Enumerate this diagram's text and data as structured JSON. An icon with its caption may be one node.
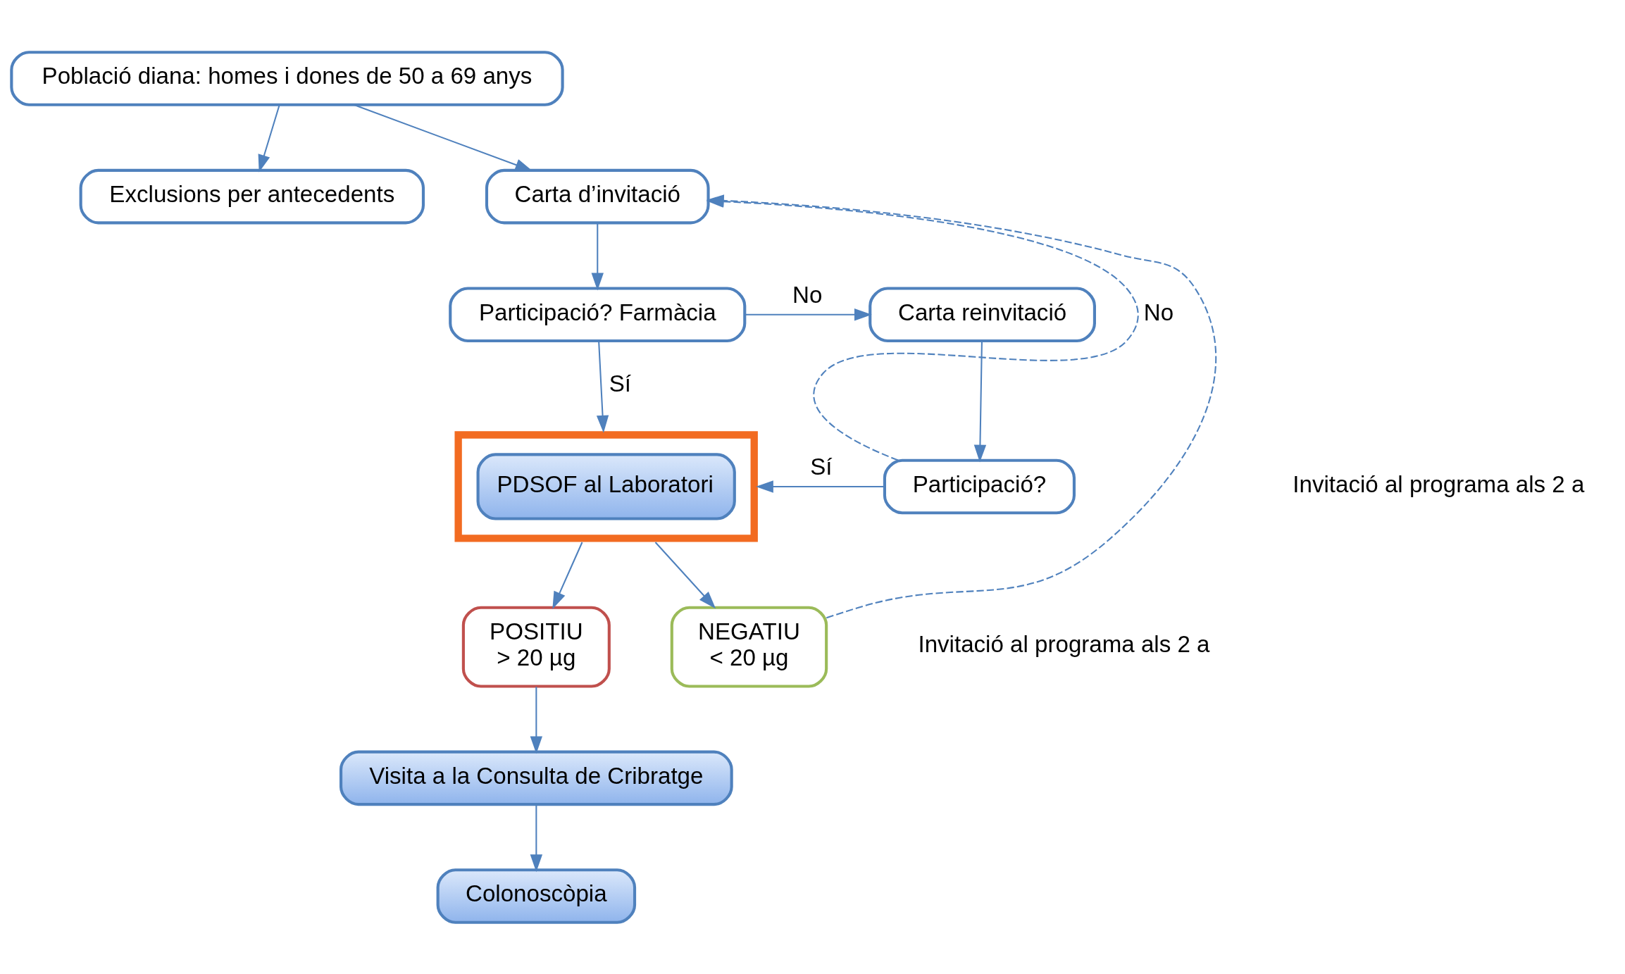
{
  "diagram": {
    "nodes": [
      {
        "text": [
          "Població diana: homes i dones de 50 a 69 anys"
        ]
      },
      {
        "text": [
          "Exclusions per antecedents"
        ]
      },
      {
        "text": [
          "Carta d’invitació"
        ]
      },
      {
        "text": [
          "Participació? Farmàcia"
        ]
      },
      {
        "text": [
          "Carta reinvitació"
        ]
      },
      {
        "text": [
          "PDSOF al Laboratori"
        ]
      },
      {
        "text": [
          "Participació?"
        ]
      },
      {
        "text": [
          "POSITIU",
          "> 20 µg"
        ]
      },
      {
        "text": [
          "NEGATIU",
          "< 20 µg"
        ]
      },
      {
        "text": [
          "Visita a la Consulta de Cribratge"
        ]
      },
      {
        "text": [
          "Colonoscòpia"
        ]
      }
    ],
    "edges": [
      {
        "from": 0,
        "to": 2,
        "arrow": "to"
      },
      {
        "from": 0,
        "to": 1,
        "arrow": "to"
      },
      {
        "from": 2,
        "to": 3,
        "arrow": "to"
      },
      {
        "from": 3,
        "to": 4,
        "arrow": "to",
        "label": "No"
      },
      {
        "from": 3,
        "to": 5,
        "arrow": "to",
        "label": "Sí"
      },
      {
        "from": 4,
        "to": 6,
        "arrow": "to"
      },
      {
        "from": 6,
        "to": 5,
        "arrow": "to",
        "label": "Sí"
      },
      {
        "from": 6,
        "to": 2,
        "arrow": "to",
        "label": "No",
        "style": "dashed"
      },
      {
        "from": 5,
        "to": 7,
        "arrow": "to"
      },
      {
        "from": 5,
        "to": 8,
        "arrow": "to"
      },
      {
        "from": 8,
        "to": 2,
        "arrow": "to",
        "style": "dashed"
      },
      {
        "from": 7,
        "to": 9,
        "arrow": "to"
      },
      {
        "from": 9,
        "to": 10,
        "arrow": "to"
      }
    ],
    "labels": [
      "Invitació al programa als 2 a",
      "Invitació al programa als 2 a"
    ]
  }
}
